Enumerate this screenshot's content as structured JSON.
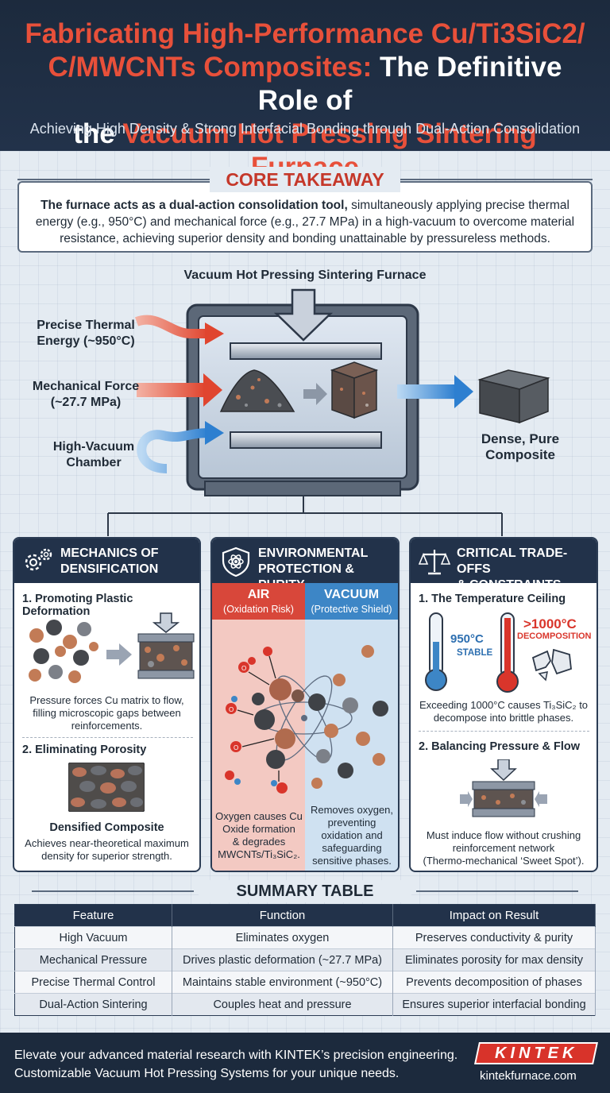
{
  "header": {
    "title_part1": "Fabricating High-Performance Cu/Ti3SiC2/",
    "title_part2": "C/MWCNTs Composites:",
    "title_part3": " The Definitive Role of",
    "title_part4": "the ",
    "title_part5": "Vacuum Hot Pressing Sintering Furnace",
    "subtitle": "Achieving High Density & Strong Interfacial Bonding through Dual-Action Consolidation"
  },
  "core": {
    "title": "CORE TAKEAWAY",
    "bold": "The furnace acts as a dual-action consolidation tool,",
    "text": " simultaneously applying precise thermal energy (e.g., 950°C) and mechanical force (e.g., 27.7 MPa) in a high-vacuum to overcome material resistance, achieving superior density and bonding unattainable by pressureless methods."
  },
  "diagram": {
    "title": "Vacuum Hot Pressing Sintering Furnace",
    "label_thermal_1": "Precise Thermal",
    "label_thermal_2": "Energy (~950°C)",
    "label_force_1": "Mechanical Force",
    "label_force_2": "(~27.7 MPa)",
    "label_vacuum_1": "High-Vacuum",
    "label_vacuum_2": "Chamber",
    "label_output_1": "Dense, Pure",
    "label_output_2": "Composite"
  },
  "panels": {
    "mechanics": {
      "title_1": "MECHANICS OF",
      "title_2": "DENSIFICATION",
      "sec1": "1. Promoting Plastic Deformation",
      "sec1_text_1": "Pressure forces Cu matrix to flow,",
      "sec1_text_2": "filling microscopic gaps between",
      "sec1_text_3": "reinforcements.",
      "sec2": "2. Eliminating Porosity",
      "sec2_caption": "Densified Composite",
      "sec2_text_1": "Achieves near-theoretical maximum",
      "sec2_text_2": "density for superior strength."
    },
    "environment": {
      "title_1": "ENVIRONMENTAL",
      "title_2": "PROTECTION & PURITY",
      "air_title": "AIR",
      "air_sub": "(Oxidation Risk)",
      "vac_title": "VACUUM",
      "vac_sub": "(Protective Shield)",
      "air_text_1": "Oxygen causes Cu",
      "air_text_2": "Oxide formation",
      "air_text_3": "& degrades",
      "air_text_4": "MWCNTs/Ti₃SiC₂.",
      "vac_text_1": "Removes oxygen,",
      "vac_text_2": "preventing",
      "vac_text_3": "oxidation and",
      "vac_text_4": "safeguarding",
      "vac_text_5": "sensitive phases.",
      "o_label": "O"
    },
    "tradeoffs": {
      "title_1": "CRITICAL TRADE-OFFS",
      "title_2": "& CONSTRAINTS",
      "sec1": "1. The Temperature Ceiling",
      "stable_temp": "950°C",
      "stable_label": "STABLE",
      "limit_temp": ">1000°C",
      "limit_label": "DECOMPOSITION",
      "sec1_text_1": "Exceeding 1000°C causes Ti₃SiC₂ to",
      "sec1_text_2": "decompose into brittle phases.",
      "sec2": "2. Balancing Pressure & Flow",
      "sec2_text_1": "Must induce flow without crushing",
      "sec2_text_2": "reinforcement network",
      "sec2_text_3": "(Thermo-mechanical ‘Sweet Spot’)."
    }
  },
  "summary": {
    "title": "SUMMARY TABLE",
    "headers": [
      "Feature",
      "Function",
      "Impact on Result"
    ],
    "rows": [
      [
        "High Vacuum",
        "Eliminates oxygen",
        "Preserves conductivity & purity"
      ],
      [
        "Mechanical Pressure",
        "Drives plastic deformation (~27.7 MPa)",
        "Eliminates porosity for max density"
      ],
      [
        "Precise Thermal Control",
        "Maintains stable environment (~950°C)",
        "Prevents decomposition of phases"
      ],
      [
        "Dual-Action Sintering",
        "Couples heat and pressure",
        "Ensures superior interfacial bonding"
      ]
    ]
  },
  "footer": {
    "line1": "Elevate your advanced material research with KINTEK’s precision engineering.",
    "line2": "Customizable Vacuum Hot Pressing Systems for your unique needs.",
    "logo": "KINTEK",
    "site": "kintekfurnace.com"
  },
  "colors": {
    "navy": "#22324a",
    "red": "#e8503a",
    "blue": "#3f8fd6"
  }
}
